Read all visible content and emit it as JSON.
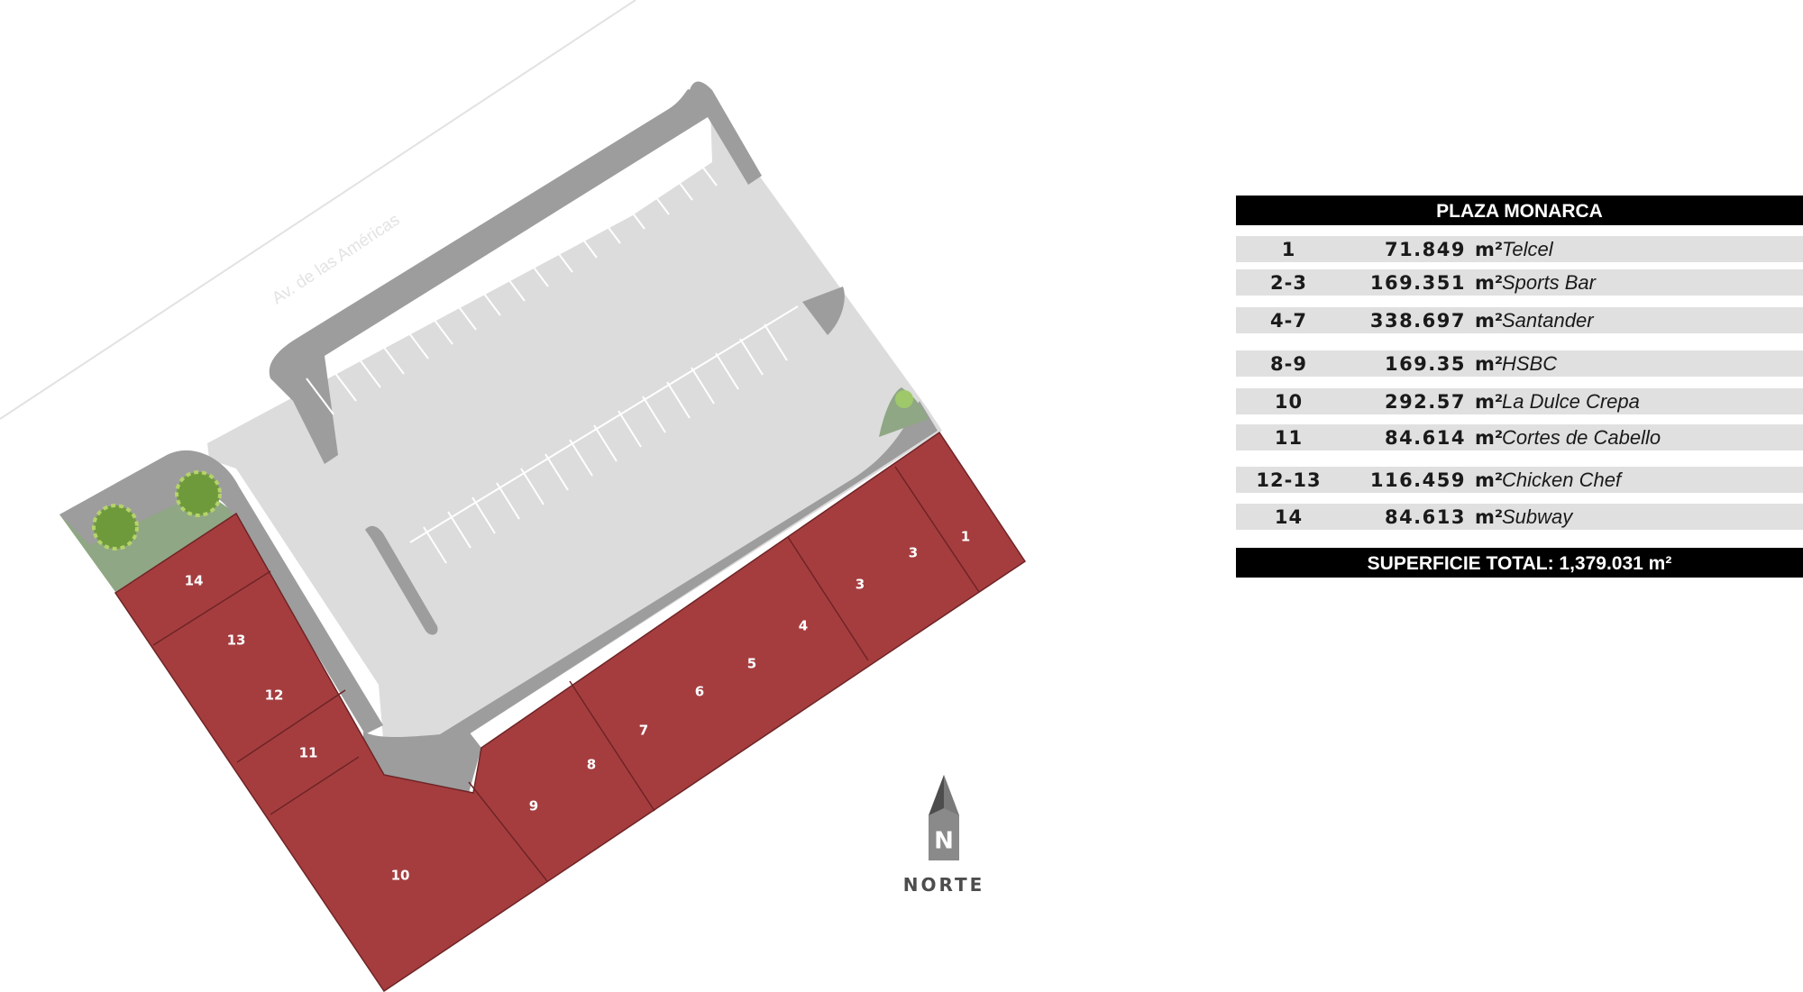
{
  "map": {
    "street_label": "Av. de las Américas",
    "north_letter": "N",
    "north_label": "NORTE",
    "lots": [
      {
        "num": "1"
      },
      {
        "num": "3"
      },
      {
        "num": "3"
      },
      {
        "num": "4"
      },
      {
        "num": "5"
      },
      {
        "num": "6"
      },
      {
        "num": "7"
      },
      {
        "num": "8"
      },
      {
        "num": "9"
      },
      {
        "num": "10"
      },
      {
        "num": "11"
      },
      {
        "num": "12"
      },
      {
        "num": "13"
      },
      {
        "num": "14"
      }
    ],
    "colors": {
      "lot": "#a53d3f",
      "parking": "#dcdcdc",
      "curb": "#9d9d9d",
      "green": "#8fa784",
      "legend_header": "#000000",
      "legend_row": "#e0e0e0"
    }
  },
  "legend": {
    "title": "PLAZA MONARCA",
    "rows": [
      {
        "lot": "1",
        "area": "71.849",
        "unit": "m²",
        "tenant": "Telcel"
      },
      {
        "lot": "2-3",
        "area": "169.351",
        "unit": "m²",
        "tenant": "Sports Bar"
      },
      {
        "lot": "4-7",
        "area": "338.697",
        "unit": "m²",
        "tenant": "Santander"
      },
      {
        "lot": "8-9",
        "area": "169.35",
        "unit": "m²",
        "tenant": "HSBC"
      },
      {
        "lot": "10",
        "area": "292.57",
        "unit": "m²",
        "tenant": "La Dulce Crepa"
      },
      {
        "lot": "11",
        "area": "84.614",
        "unit": "m²",
        "tenant": "Cortes de Cabello"
      },
      {
        "lot": "12-13",
        "area": "116.459",
        "unit": "m²",
        "tenant": "Chicken Chef"
      },
      {
        "lot": "14",
        "area": "84.613",
        "unit": "m²",
        "tenant": "Subway"
      }
    ],
    "total": "SUPERFICIE TOTAL: 1,379.031 m²"
  }
}
